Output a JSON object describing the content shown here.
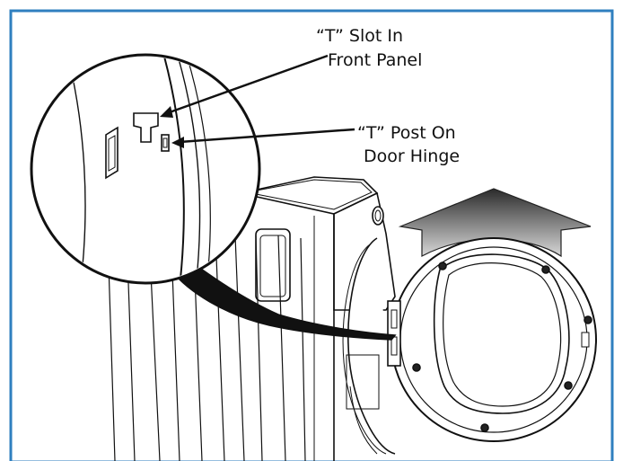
{
  "figure": {
    "border_color": "#2f7fbf",
    "labels": {
      "slot_line1": "“T” Slot In",
      "slot_line2": "Front Panel",
      "post_line1": "“T” Post On",
      "post_line2": "Door Hinge"
    },
    "arrow_gradient": [
      "#2b2b2b",
      "#d8d8d8"
    ]
  }
}
